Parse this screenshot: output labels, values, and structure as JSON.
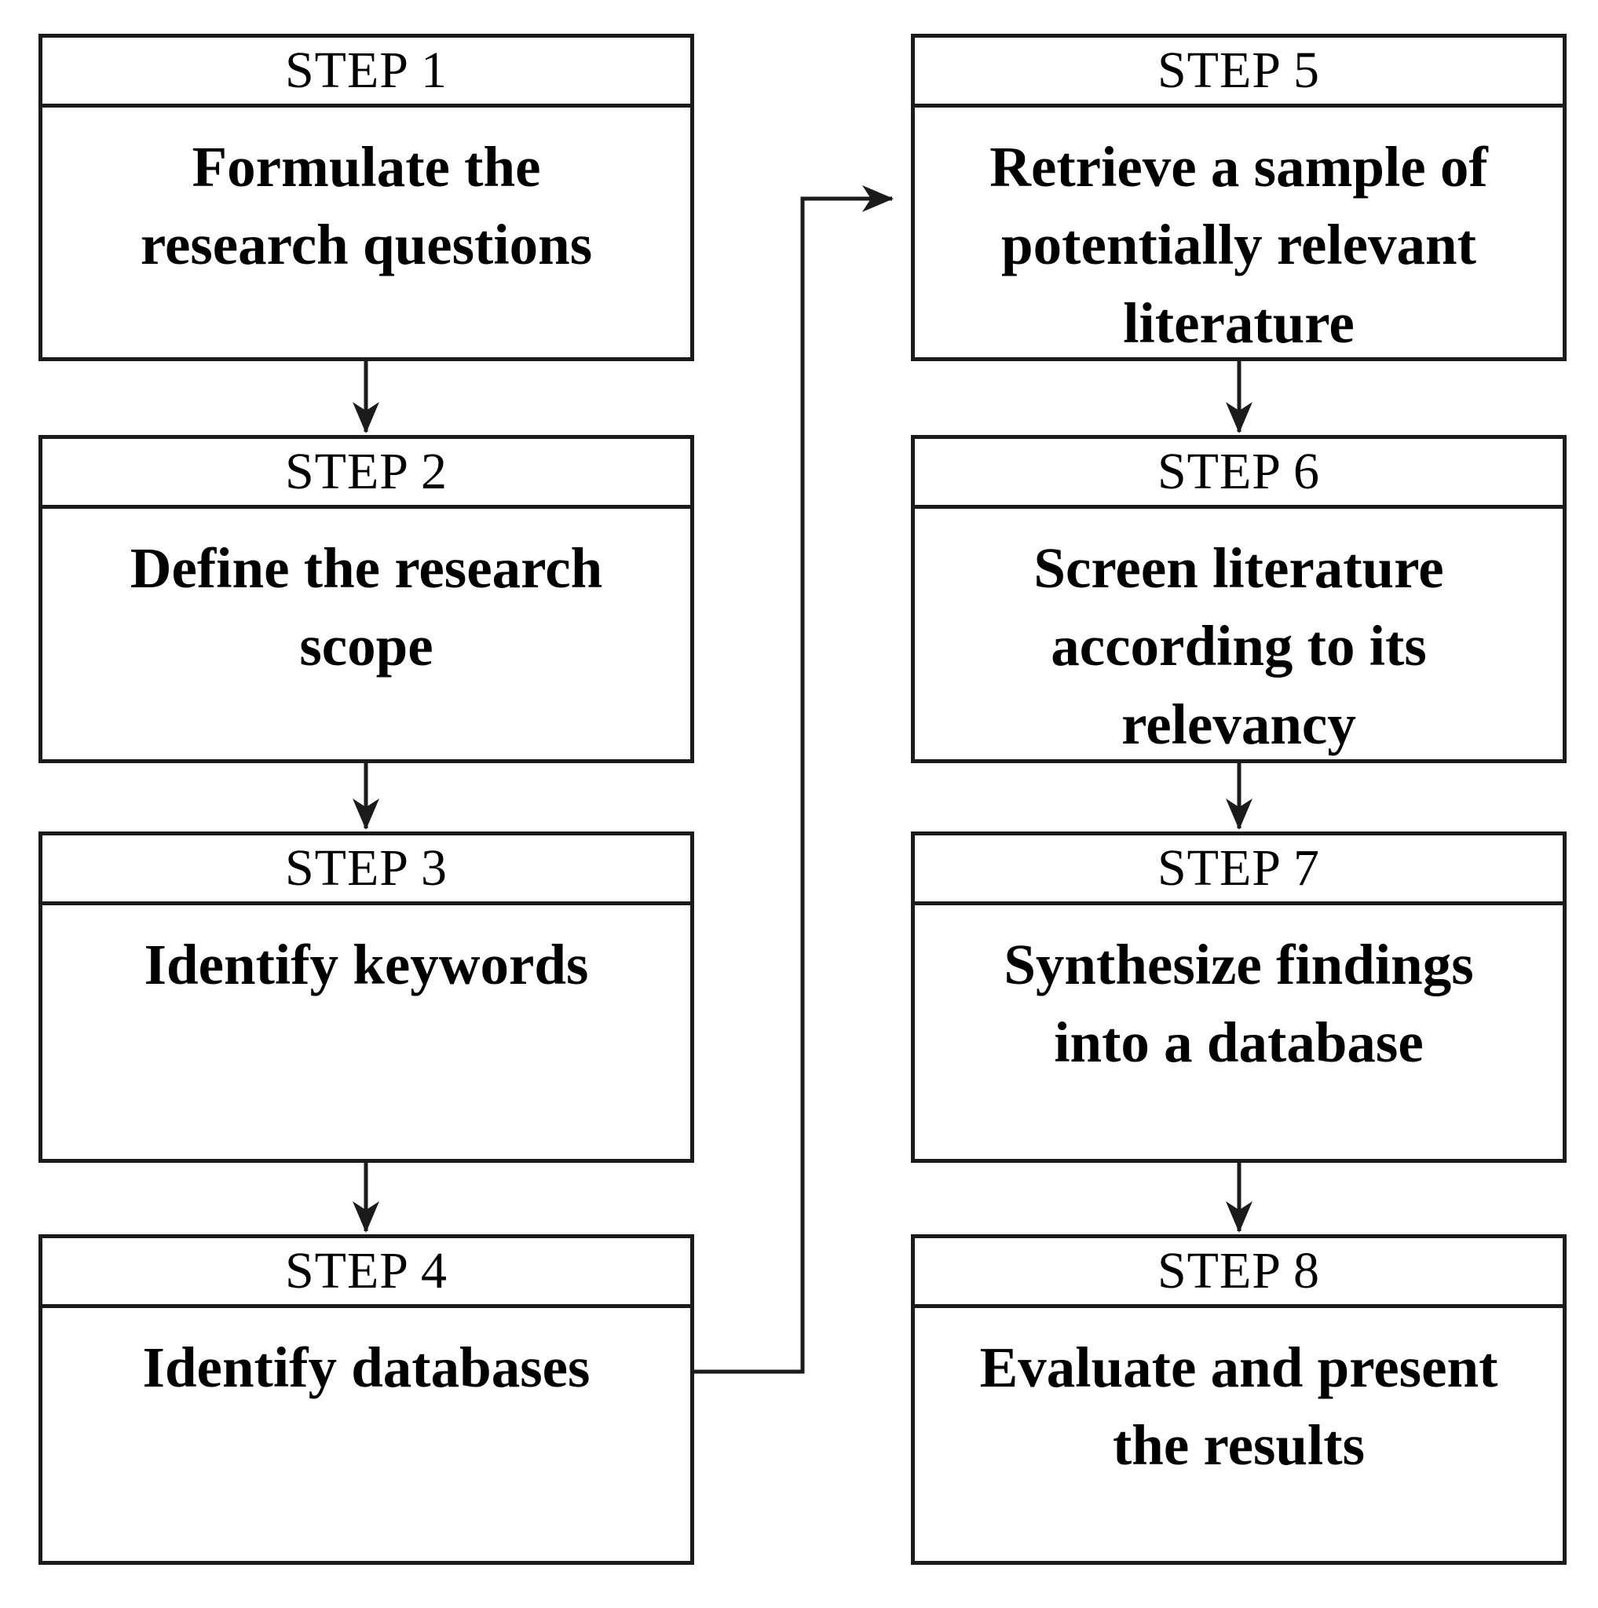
{
  "diagram": {
    "type": "flowchart",
    "background": "#ffffff",
    "line_color": "#1b1b1b",
    "text_color": "#000000",
    "steps": [
      {
        "header": "STEP 1",
        "body": "Formulate the\nresearch questions"
      },
      {
        "header": "STEP 2",
        "body": "Define the research\nscope"
      },
      {
        "header": "STEP 3",
        "body": "Identify keywords"
      },
      {
        "header": "STEP 4",
        "body": "Identify databases"
      },
      {
        "header": "STEP 5",
        "body": "Retrieve a sample of\npotentially relevant\nliterature"
      },
      {
        "header": "STEP 6",
        "body": "Screen literature\naccording to its\nrelevancy"
      },
      {
        "header": "STEP 7",
        "body": "Synthesize findings\ninto a database"
      },
      {
        "header": "STEP 8",
        "body": "Evaluate and present\nthe results"
      }
    ],
    "flow_arrows": [
      {
        "from": "STEP 1",
        "to": "STEP 2"
      },
      {
        "from": "STEP 2",
        "to": "STEP 3"
      },
      {
        "from": "STEP 3",
        "to": "STEP 4"
      },
      {
        "from": "STEP 4",
        "to": "STEP 5"
      },
      {
        "from": "STEP 5",
        "to": "STEP 6"
      },
      {
        "from": "STEP 6",
        "to": "STEP 7"
      },
      {
        "from": "STEP 7",
        "to": "STEP 8"
      }
    ]
  }
}
